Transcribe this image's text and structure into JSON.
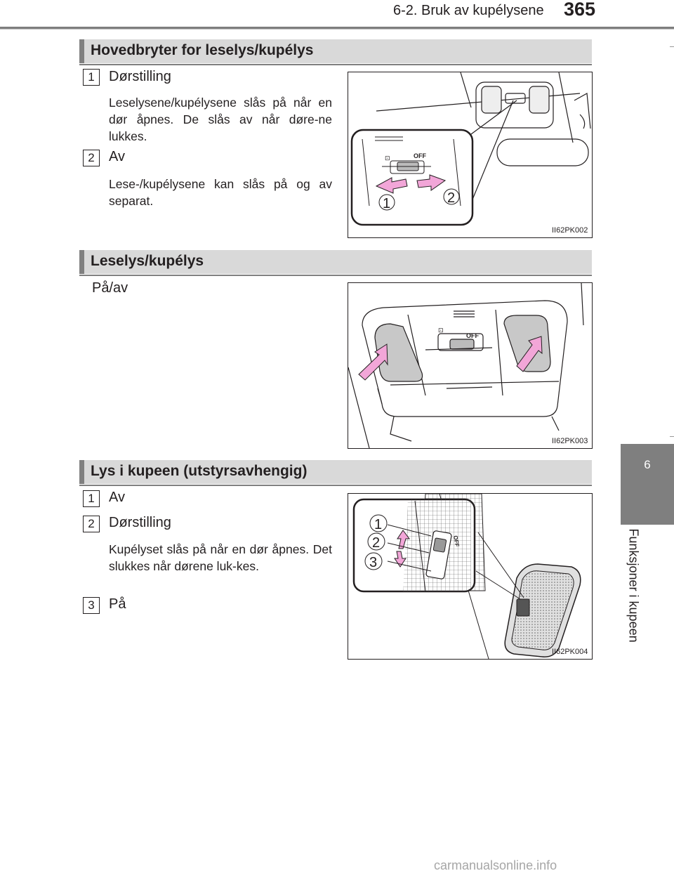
{
  "header": {
    "section": "6-2. Bruk av kupélysene",
    "page_number": "365"
  },
  "side_tab": {
    "chapter_number": "6",
    "chapter_title": "Funksjoner i kupeen"
  },
  "sections": [
    {
      "title": "Hovedbryter for leselys/kupélys",
      "items": [
        {
          "number": "1",
          "title": "Dørstilling",
          "body": "Leselysene/kupélysene slås på når en dør åpnes. De slås av når døre-ne lukkes."
        },
        {
          "number": "2",
          "title": "Av",
          "body": "Lese-/kupélysene kan slås på og av separat."
        }
      ],
      "figure": {
        "code": "II62PK002",
        "callouts": [
          "1",
          "2"
        ],
        "switch_label": "OFF"
      }
    },
    {
      "title": "Leselys/kupélys",
      "intro": "På/av",
      "figure": {
        "code": "II62PK003",
        "switch_label": "OFF"
      }
    },
    {
      "title": "Lys i kupeen (utstyrsavhengig)",
      "items": [
        {
          "number": "1",
          "title": "Av",
          "body": ""
        },
        {
          "number": "2",
          "title": "Dørstilling",
          "body": "Kupélyset slås på når en dør åpnes. Det slukkes når dørene luk-kes."
        },
        {
          "number": "3",
          "title": "På",
          "body": ""
        }
      ],
      "figure": {
        "code": "II62PK004",
        "callouts": [
          "1",
          "2",
          "3"
        ],
        "switch_label": "OFF"
      }
    }
  ],
  "watermark": "carmanualsonline.info",
  "colors": {
    "accent_arrow": "#f2a6d8",
    "section_bar": "#d9d9d9",
    "section_bar_edge": "#808080",
    "tab": "#7f7f7f"
  }
}
